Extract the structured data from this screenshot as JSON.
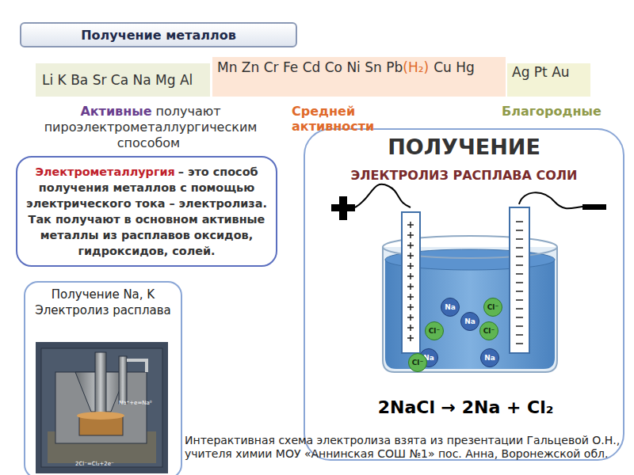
{
  "diagram": {
    "nodes": [
      {
        "text": [
          "Получение металлов"
        ]
      },
      {
        "text": [
          "Li K Ba Sr Ca Na Mg Al"
        ]
      },
      {
        "text": [
          "Mn Zn Cr Fe Cd Co Ni Sn Pb",
          "(H₂)",
          "Cu Hg"
        ]
      },
      {
        "text": [
          "Ag Pt Au"
        ]
      },
      {
        "text": [
          "Электрометаллургия",
          "– это способ получения металлов с помощью электрического тока – электролиза. Так получают в основном активные металлы из расплавов оксидов, гидроксидов, солей."
        ]
      },
      {
        "text": [
          "Получение Na, K",
          "Электролиз расплава"
        ]
      },
      {
        "text": [
          "ПОЛУЧЕНИЕ",
          "ЭЛЕКТРОЛИЗ РАСПЛАВА СОЛИ",
          "2NaCl → 2Na + Cl₂"
        ]
      },
      {
        "text": [
          "Na"
        ],
        "in": 6
      },
      {
        "text": [
          "Cl⁻"
        ],
        "in": 6
      },
      {
        "text": [
          "Na"
        ],
        "in": 6
      },
      {
        "text": [
          "Cl⁻"
        ],
        "in": 6
      },
      {
        "text": [
          "Cl⁻"
        ],
        "in": 6
      },
      {
        "text": [
          "Na"
        ],
        "in": 6
      },
      {
        "text": [
          "Na"
        ],
        "in": 6
      },
      {
        "text": [
          "Cl⁻"
        ],
        "in": 6
      }
    ],
    "labels": [
      "Активные",
      "получают пироэлектрометаллургическим способом",
      "Средней активности",
      "Благородные",
      "Na⁺+e=Na⁰",
      "2Cl⁻=Cl₂+2e⁻",
      "Интерактивная схема электролиза взята из презентации Гальцевой О.Н., учителя химии МОУ «Аннинская СОШ №1» пос. Анна, Воронежской обл."
    ]
  }
}
